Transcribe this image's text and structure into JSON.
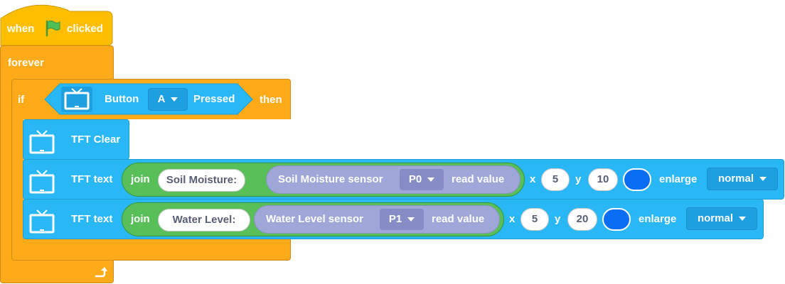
{
  "hat": {
    "when": "when",
    "clicked": "clicked"
  },
  "forever": {
    "label": "forever"
  },
  "if_block": {
    "if": "if",
    "then": "then"
  },
  "condition": {
    "label": "Button",
    "button_value": "A",
    "pressed": "Pressed"
  },
  "tft_clear": {
    "label": "TFT Clear"
  },
  "tft_text_1": {
    "label": "TFT text",
    "join": "join",
    "string": "Soil Moisture:",
    "sensor_label": "Soil Moisture sensor",
    "port": "P0",
    "read": "read value",
    "x_label": "x",
    "x_value": "5",
    "y_label": "y",
    "y_value": "10",
    "enlarge": "enlarge",
    "size": "normal"
  },
  "tft_text_2": {
    "label": "TFT text",
    "join": "join",
    "string": "Water Level:",
    "sensor_label": "Water Level sensor",
    "port": "P1",
    "read": "read value",
    "x_label": "x",
    "x_value": "5",
    "y_label": "y",
    "y_value": "20",
    "enlarge": "enlarge",
    "size": "normal"
  },
  "colors": {
    "events": "#FFBF00",
    "control": "#FFAB19",
    "tft": "#29B8F5",
    "operators": "#59C059",
    "sensor": "#9FA6D8",
    "text_color_swatch": "#0A6EF5"
  },
  "icons": [
    "green-flag-icon",
    "tv-icon",
    "loop-arrow-icon",
    "dropdown-arrow-icon"
  ]
}
